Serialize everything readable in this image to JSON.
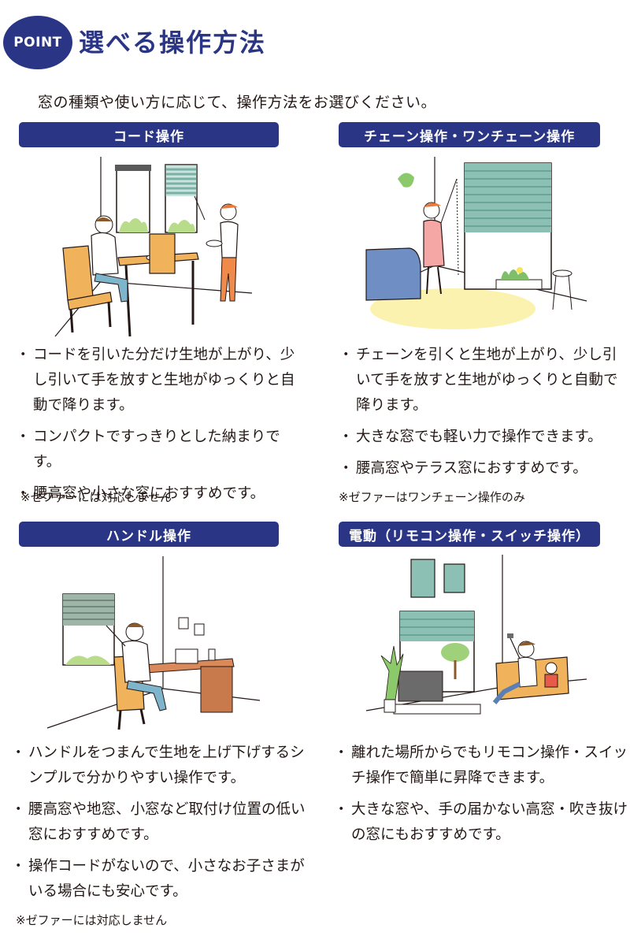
{
  "header": {
    "badge": "POINT",
    "title": "選べる操作方法",
    "intro": "窓の種類や使い方に応じて、操作方法をお選びください。"
  },
  "colors": {
    "navy": "#2a3585",
    "blind_green": "#8cc0b5",
    "chair_orange": "#f0b25a",
    "sofa_blue": "#6f8ec4",
    "rug_yellow": "#fbf2b0"
  },
  "sections": {
    "cord": {
      "title": "コード操作",
      "bullets": [
        "コードを引いた分だけ生地が上がり、少し引いて手を放すと生地がゆっくりと自動で降ります。",
        "コンパクトですっきりとした納まりです。",
        "腰高窓や小さな窓におすすめです。"
      ],
      "note": "※ゼファーには対応しません"
    },
    "chain": {
      "title": "チェーン操作・ワンチェーン操作",
      "bullets": [
        "チェーンを引くと生地が上がり、少し引いて手を放すと生地がゆっくりと自動で降ります。",
        "大きな窓でも軽い力で操作できます。",
        "腰高窓やテラス窓におすすめです。"
      ],
      "note": "※ゼファーはワンチェーン操作のみ"
    },
    "handle": {
      "title": "ハンドル操作",
      "bullets": [
        "ハンドルをつまんで生地を上げ下げするシンプルで分かりやすい操作です。",
        "腰高窓や地窓、小窓など取付け位置の低い窓におすすめです。",
        "操作コードがないので、小さなお子さまがいる場合にも安心です。"
      ],
      "note": "※ゼファーには対応しません"
    },
    "electric": {
      "title": "電動（リモコン操作・スイッチ操作）",
      "bullets": [
        "離れた場所からでもリモコン操作・スイッチ操作で簡単に昇降できます。",
        "大きな窓や、手の届かない高窓・吹き抜けの窓にもおすすめです。"
      ]
    }
  }
}
